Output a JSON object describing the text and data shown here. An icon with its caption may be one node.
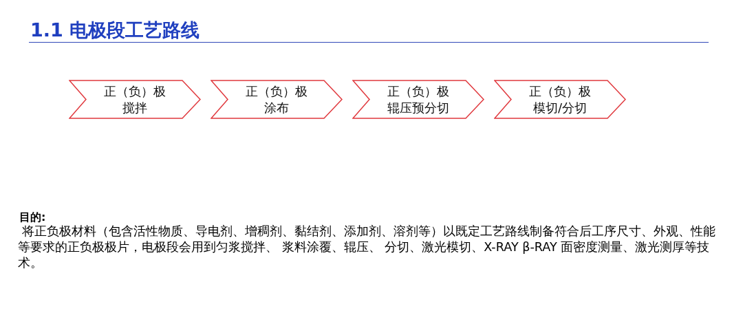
{
  "diagram": {
    "title": "1.1 电极段工艺路线",
    "nodes": [
      {
        "text": [
          "正（负）极搅拌"
        ]
      },
      {
        "text": [
          "正（负）极涂布"
        ]
      },
      {
        "text": [
          "正（负）极辊压预分切"
        ]
      },
      {
        "text": [
          "正（负）极模切/分切"
        ]
      }
    ],
    "labels": [
      "目的:",
      " 将正负极材料（包含活性物质、导电剂、增稠剂、黏结剂、添加剂、溶剂等）以既定工艺路线制备符合后工序尺寸、外观、性能等要求的正负极极片，电极段会用到匀浆搅拌、 浆料涂覆、辊压、 分切、激光模切、X-RAY β-RAY 面密度测量、激光测厚等技术。"
    ]
  }
}
